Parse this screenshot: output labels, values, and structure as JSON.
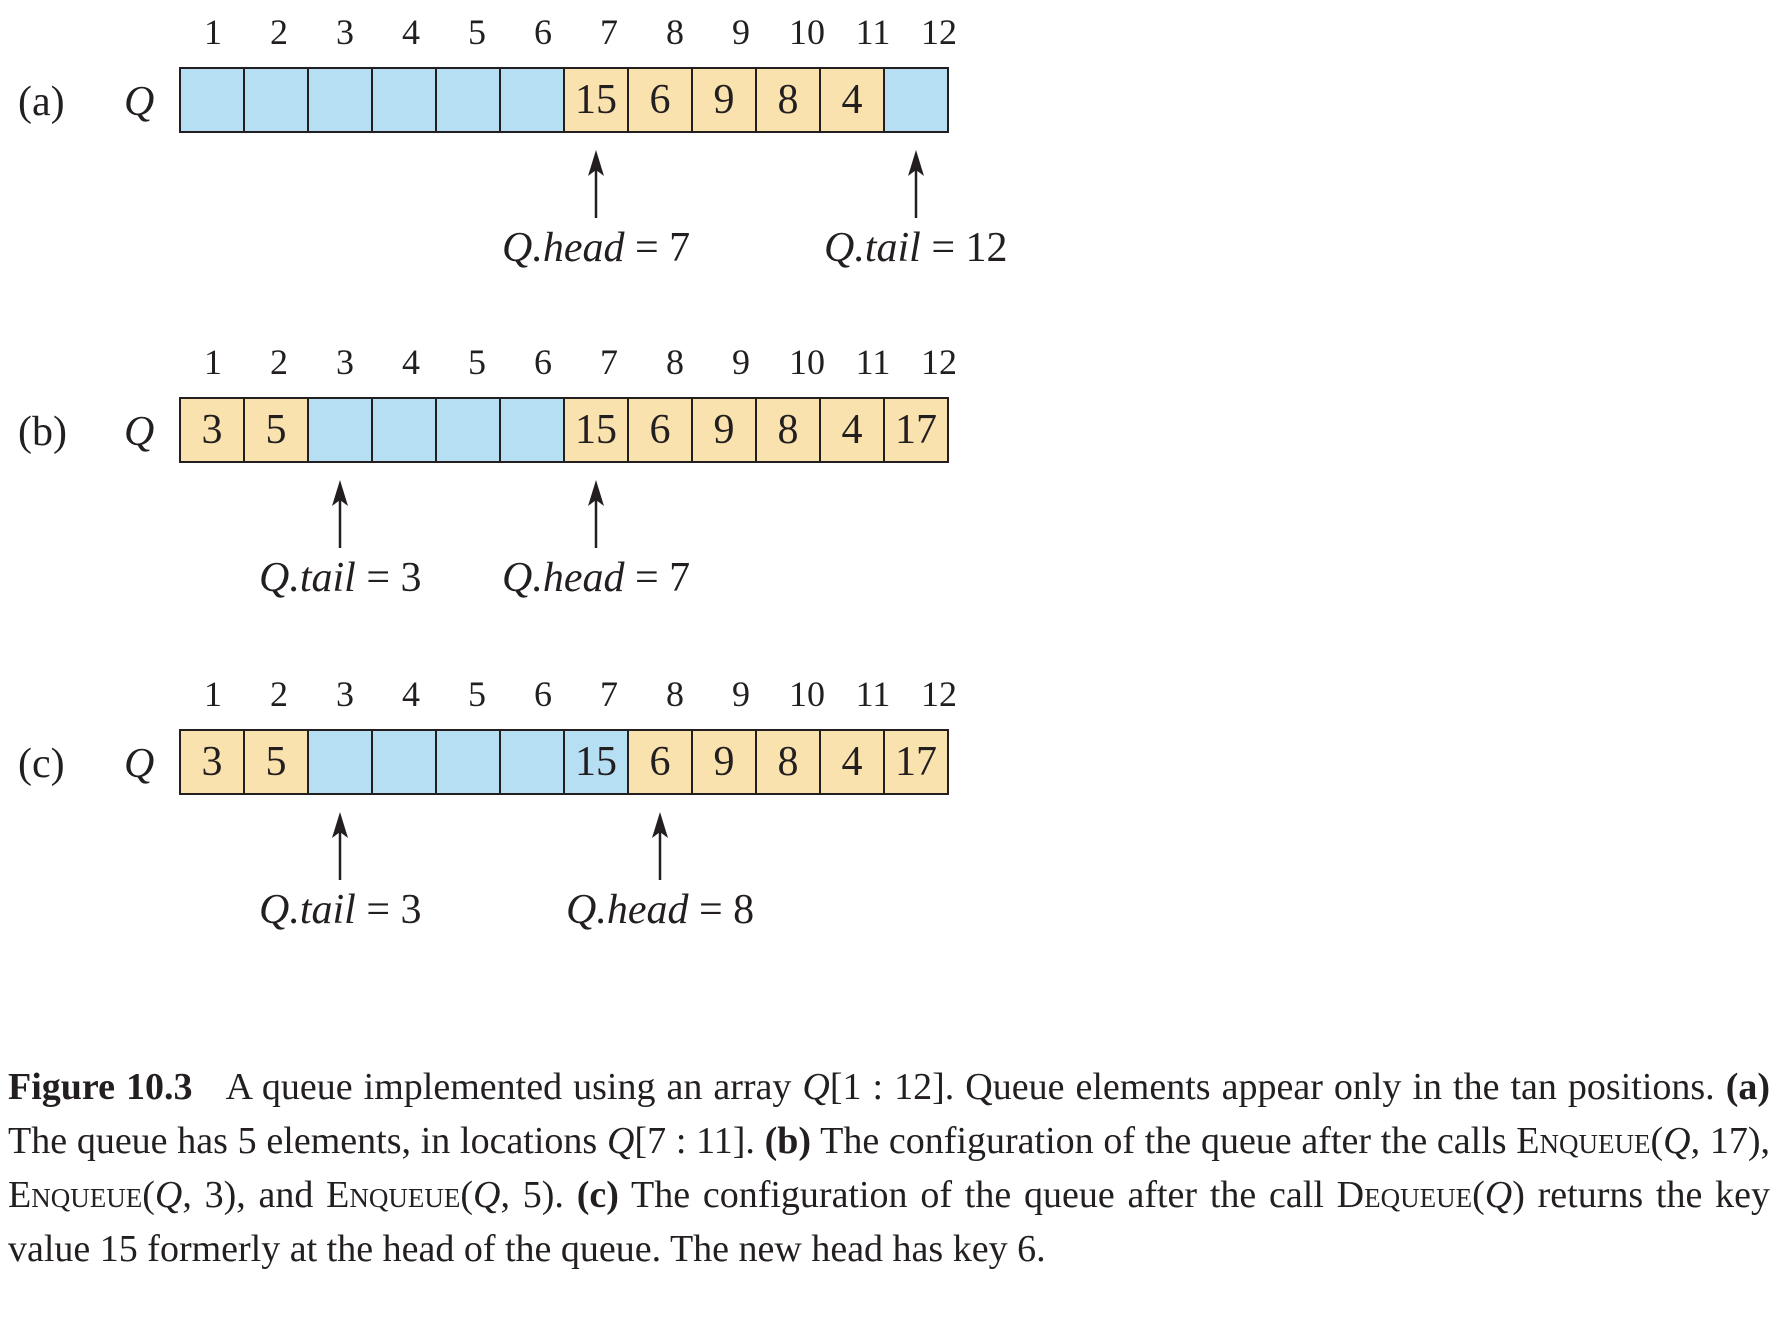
{
  "indices": [
    "1",
    "2",
    "3",
    "4",
    "5",
    "6",
    "7",
    "8",
    "9",
    "10",
    "11",
    "12"
  ],
  "array_name": "Q",
  "colors": {
    "empty": "#b7dff3",
    "filled": "#f9e2ad",
    "stroke": "#231f20"
  },
  "panels": [
    {
      "label": "(a)",
      "cells": [
        {
          "value": "",
          "filled": false
        },
        {
          "value": "",
          "filled": false
        },
        {
          "value": "",
          "filled": false
        },
        {
          "value": "",
          "filled": false
        },
        {
          "value": "",
          "filled": false
        },
        {
          "value": "",
          "filled": false
        },
        {
          "value": "15",
          "filled": true
        },
        {
          "value": "6",
          "filled": true
        },
        {
          "value": "9",
          "filled": true
        },
        {
          "value": "8",
          "filled": true
        },
        {
          "value": "4",
          "filled": true
        },
        {
          "value": "",
          "filled": false
        }
      ],
      "pointers": [
        {
          "index": 7,
          "name": "Q.head",
          "value": "7"
        },
        {
          "index": 12,
          "name": "Q.tail",
          "value": "12"
        }
      ]
    },
    {
      "label": "(b)",
      "cells": [
        {
          "value": "3",
          "filled": true
        },
        {
          "value": "5",
          "filled": true
        },
        {
          "value": "",
          "filled": false
        },
        {
          "value": "",
          "filled": false
        },
        {
          "value": "",
          "filled": false
        },
        {
          "value": "",
          "filled": false
        },
        {
          "value": "15",
          "filled": true
        },
        {
          "value": "6",
          "filled": true
        },
        {
          "value": "9",
          "filled": true
        },
        {
          "value": "8",
          "filled": true
        },
        {
          "value": "4",
          "filled": true
        },
        {
          "value": "17",
          "filled": true
        }
      ],
      "pointers": [
        {
          "index": 3,
          "name": "Q.tail",
          "value": "3"
        },
        {
          "index": 7,
          "name": "Q.head",
          "value": "7"
        }
      ]
    },
    {
      "label": "(c)",
      "cells": [
        {
          "value": "3",
          "filled": true
        },
        {
          "value": "5",
          "filled": true
        },
        {
          "value": "",
          "filled": false
        },
        {
          "value": "",
          "filled": false
        },
        {
          "value": "",
          "filled": false
        },
        {
          "value": "",
          "filled": false
        },
        {
          "value": "15",
          "filled": false
        },
        {
          "value": "6",
          "filled": true
        },
        {
          "value": "9",
          "filled": true
        },
        {
          "value": "8",
          "filled": true
        },
        {
          "value": "4",
          "filled": true
        },
        {
          "value": "17",
          "filled": true
        }
      ],
      "pointers": [
        {
          "index": 3,
          "name": "Q.tail",
          "value": "3"
        },
        {
          "index": 8,
          "name": "Q.head",
          "value": "8"
        }
      ]
    }
  ],
  "caption": {
    "figure_label": "Figure 10.3",
    "t1": "A queue implemented using an array ",
    "q1": "Q",
    "t2": "[1 : 12]. Queue elements appear only in the tan positions. ",
    "a_label": "(a)",
    "t3": " The queue has 5 elements, in locations ",
    "q2": "Q",
    "t4": "[7 : 11]. ",
    "b_label": "(b)",
    "t5": " The configuration of the queue after the calls ",
    "enq1": "Enqueue",
    "q3": "Q",
    "t6": ", 17), ",
    "enq2": "Enqueue",
    "q4": "Q",
    "t7": ", 3), and ",
    "enq3": "Enqueue",
    "q5": "Q",
    "t8": ", 5). ",
    "c_label": "(c)",
    "t9": " The configuration of the queue after the call ",
    "deq": "Dequeue",
    "q6": "Q",
    "t10": ") returns the key value 15 formerly at the head of the queue. The new head has key 6."
  }
}
